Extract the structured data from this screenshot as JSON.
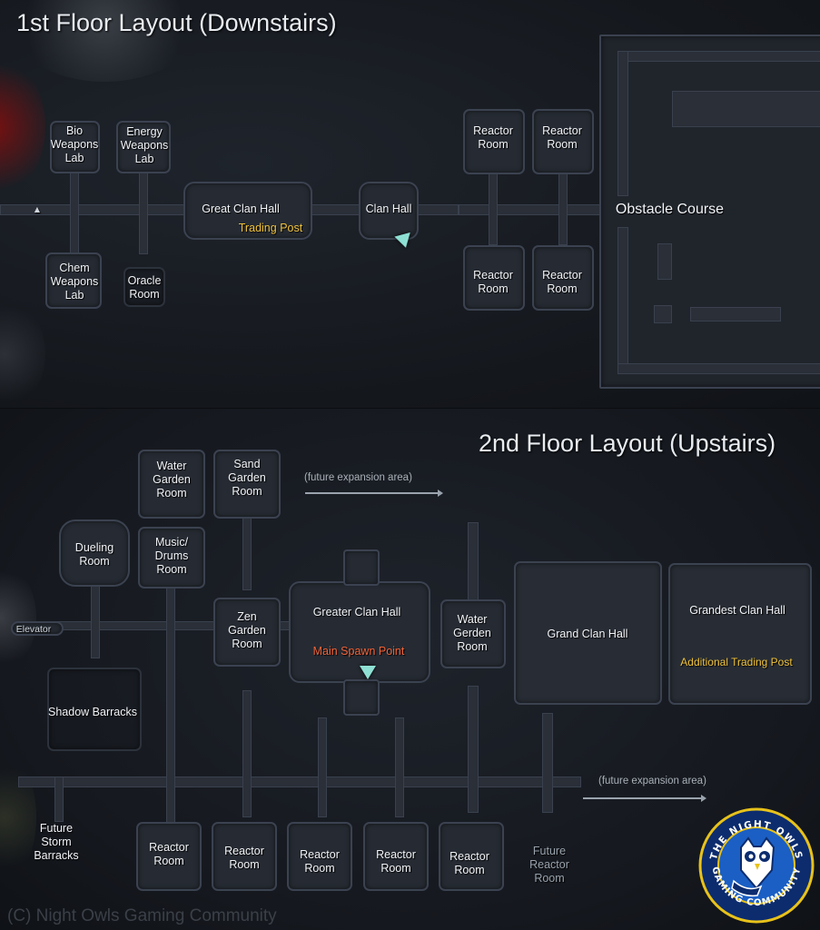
{
  "floor1": {
    "title": "1st Floor Layout (Downstairs)",
    "rooms": {
      "bio_lab": "Bio\nWeapons\nLab",
      "energy_lab": "Energy\nWeapons\nLab",
      "chem_lab": "Chem\nWeapons\nLab",
      "oracle": "Oracle\nRoom",
      "great_clan_hall": "Great Clan Hall",
      "trading_post": "Trading Post",
      "clan_hall": "Clan Hall",
      "reactor": "Reactor\nRoom",
      "obstacle_course": "Obstacle Course"
    }
  },
  "floor2": {
    "title": "2nd Floor Layout (Upstairs)",
    "rooms": {
      "water_garden": "Water\nGarden\nRoom",
      "sand_garden": "Sand\nGarden\nRoom",
      "future_expansion_1": "(future expansion area)",
      "dueling": "Dueling\nRoom",
      "music": "Music/\nDrums\nRoom",
      "elevator": "Elevator",
      "zen_garden": "Zen\nGarden\nRoom",
      "greater_clan_hall": "Greater Clan Hall",
      "main_spawn": "Main Spawn Point",
      "water_gerden": "Water\nGerden\nRoom",
      "grand_clan_hall": "Grand Clan Hall",
      "grandest_clan_hall": "Grandest Clan Hall",
      "additional_trading_post": "Additional Trading Post",
      "shadow_barracks": "Shadow Barracks",
      "future_expansion_2": "(future expansion area)",
      "future_storm": "Future\nStorm\nBarracks",
      "reactor": "Reactor\nRoom",
      "future_reactor": "Future\nReactor\nRoom"
    }
  },
  "copyright": "(C) Night Owls Gaming Community",
  "logo": {
    "text_top": "THE NIGHT OWLS",
    "text_bottom": "GAMING COMMUNITY",
    "colors": {
      "ring": "#e8c21a",
      "inner": "#1b5fc4",
      "outer": "#0c2c6e"
    }
  },
  "colors": {
    "room_fill": "#262b33",
    "room_border": "#3b4250",
    "label_yellow": "#f0c23a",
    "label_orange": "#f0643a",
    "marker": "#8fe0d4"
  }
}
